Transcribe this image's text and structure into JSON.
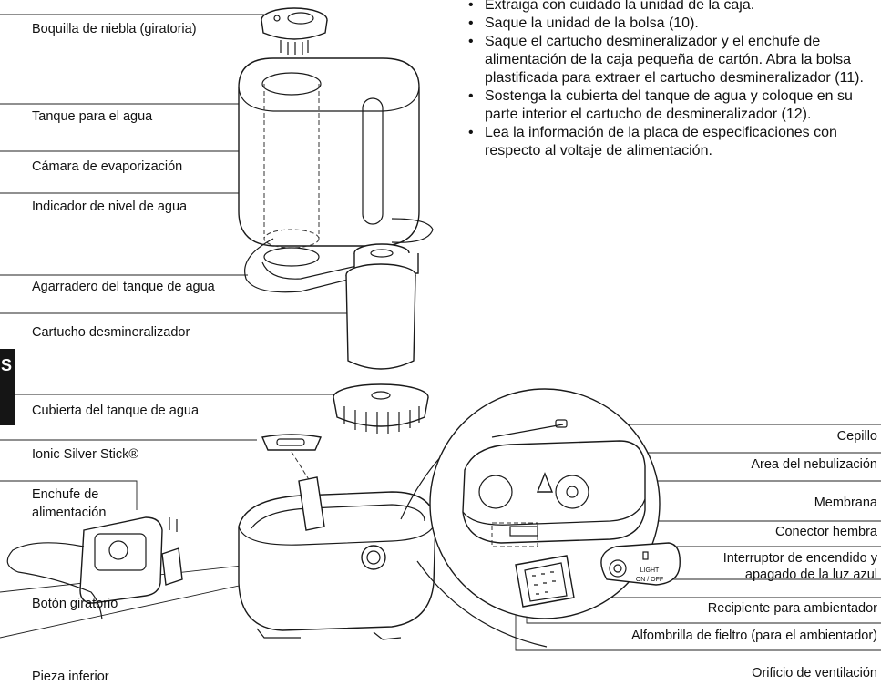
{
  "instructions": [
    "Extraiga con cuidado la unidad de la caja.",
    "Saque la unidad de la bolsa (10).",
    "Saque el cartucho desmineralizador y el enchufe de alimentación de la caja pequeña de cartón. Abra la bolsa plastificada para extraer el cartucho desmineralizador (11).",
    "Sostenga la cubierta del tanque de agua y coloque en su parte interior el cartucho de desmineralizador (12).",
    "Lea la información de la placa de especificaciones con respecto al voltaje de alimentación."
  ],
  "side_tab": "S",
  "labels_left": {
    "mist_nozzle": "Boquilla de niebla (giratoria)",
    "water_tank": "Tanque para el agua",
    "evaporation_chamber": "Cámara de evaporización",
    "water_level_indicator": "Indicador de nivel de agua",
    "tank_handle": "Agarradero del tanque de agua",
    "demineralization_cartridge": "Cartucho desmineralizador",
    "tank_cap": "Cubierta del tanque de agua",
    "ionic_silver_stick": "Ionic Silver Stick®",
    "power_plug_line1": "Enchufe de",
    "power_plug_line2": "alimentación",
    "rotary_knob": "Botón giratorio",
    "base": "Pieza inferior"
  },
  "labels_right": {
    "brush": "Cepillo",
    "nebulization_area": "Area del nebulización",
    "membrane": "Membrana",
    "female_connector": "Conector hembra",
    "switch_line1": "Interruptor de encendido y",
    "switch_line2": "apagado de la luz azul",
    "fragrance_container": "Recipiente para ambientador",
    "felt_pad": "Alfombrilla de fieltro (para el ambientador)",
    "vent": "Orificio de ventilación"
  },
  "switch_panel": {
    "line1": "LIGHT",
    "line2": "ON / OFF"
  }
}
